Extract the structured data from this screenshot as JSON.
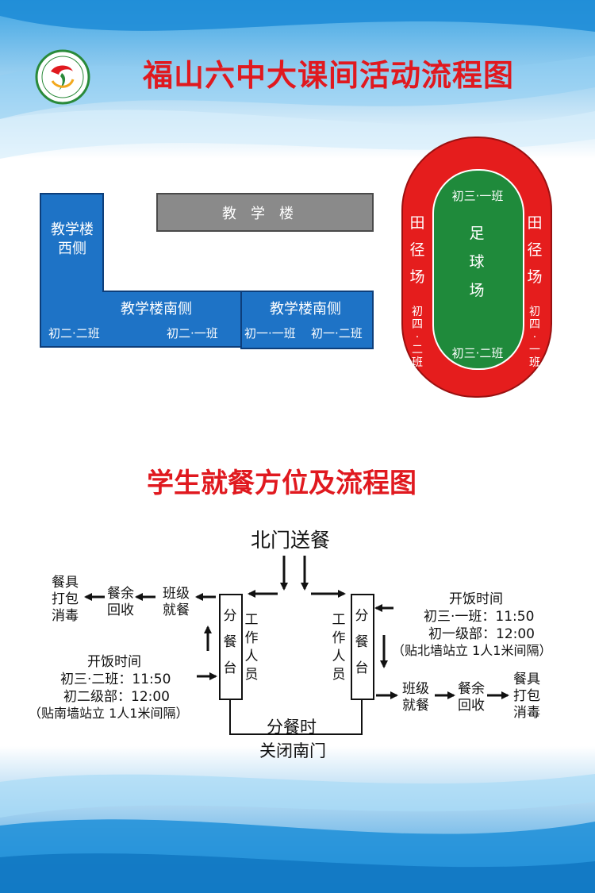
{
  "header": {
    "title": "福山六中大课间活动流程图"
  },
  "map": {
    "west_building": "教学楼\n西侧",
    "main_building": "教学楼",
    "south_building_a": "教学楼南侧",
    "south_building_b": "教学楼南侧",
    "class_c2_2": "初二·二班",
    "class_c2_1": "初二·一班",
    "class_c1_1": "初一·一班",
    "class_c1_2": "初一·二班",
    "track_left_label": "田\n径\n场",
    "track_right_label": "田\n径\n场",
    "track_left_class": "初\n四\n·\n二\n班",
    "track_right_class": "初\n四\n·\n一\n班",
    "field_label": "足\n球\n场",
    "field_top_class": "初三·一班",
    "field_bottom_class": "初三·二班"
  },
  "flow": {
    "title": "学生就餐方位及流程图",
    "north_gate": "北门送餐",
    "left_serving": "分\n餐\n台",
    "right_serving": "分\n餐\n台",
    "left_staff": "工\n作\n人\n员",
    "right_staff": "工\n作\n人\n员",
    "left_class_dine": "班级\n就餐",
    "left_leftover": "餐余\n回收",
    "left_dish": "餐具\n打包\n消毒",
    "right_class_dine": "班级\n就餐",
    "right_leftover": "餐余\n回收",
    "right_dish": "餐具\n打包\n消毒",
    "right_schedule": {
      "heading": "开饭时间",
      "line1": "初三·一班：11:50",
      "line2": "初一级部：12:00",
      "note": "（贴北墙站立 1人1米间隔）"
    },
    "left_schedule": {
      "heading": "开饭时间",
      "line1": "初三·二班：11:50",
      "line2": "初二级部：12:00",
      "note": "（贴南墙站立 1人1米间隔）"
    },
    "south_gate_line1": "分餐时",
    "south_gate_line2": "关闭南门"
  },
  "colors": {
    "title_red": "#e0191f",
    "building_blue": "#1e73c6",
    "building_gray": "#8a8a8a",
    "track_red": "#e51d1d",
    "field_green": "#1f8a3b",
    "banner_blue": "#1f8fd8"
  }
}
